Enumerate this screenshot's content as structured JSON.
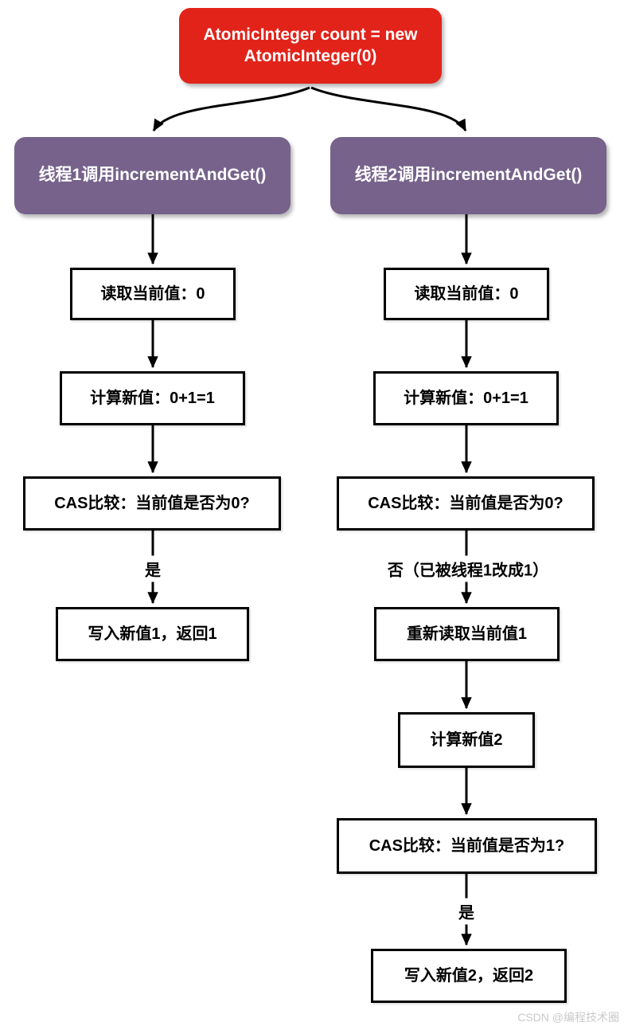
{
  "title": {
    "label": "AtomicInteger count = new AtomicInteger(0)"
  },
  "threads": {
    "left": {
      "label": "线程1调用incrementAndGet()"
    },
    "right": {
      "label": "线程2调用incrementAndGet()"
    }
  },
  "left_column": {
    "step1": "读取当前值：0",
    "step2": "计算新值：0+1=1",
    "step3": "CAS比较：当前值是否为0?",
    "edge_label_yes": "是",
    "step4": "写入新值1，返回1"
  },
  "right_column": {
    "step1": "读取当前值：0",
    "step2": "计算新值：0+1=1",
    "step3": "CAS比较：当前值是否为0?",
    "edge_label_no": "否（已被线程1改成1）",
    "step4": "重新读取当前值1",
    "step5": "计算新值2",
    "step6": "CAS比较：当前值是否为1?",
    "edge_label_yes": "是",
    "step7": "写入新值2，返回2"
  },
  "watermark": "CSDN @编程技术圈",
  "colors": {
    "root": "#e2231a",
    "thread": "#76628b",
    "line": "#000000",
    "watermark": "#c9c9c9"
  }
}
